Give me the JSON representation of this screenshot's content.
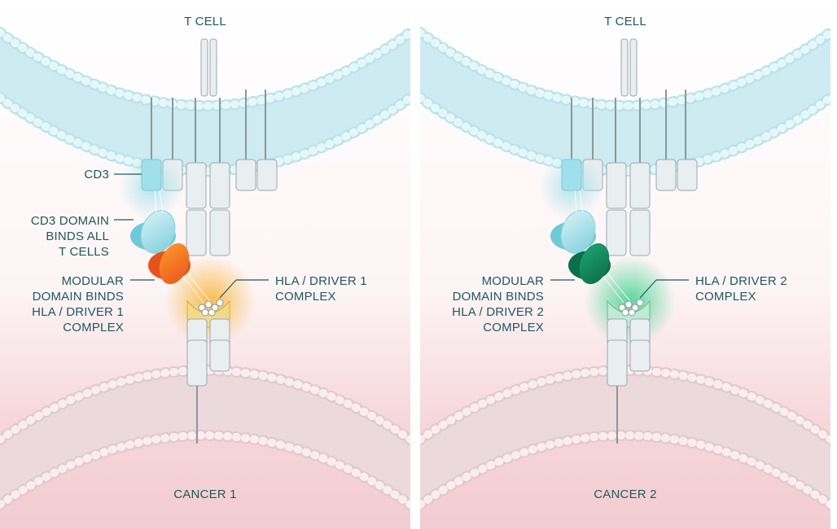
{
  "left_panel": {
    "top_label": "T CELL",
    "bottom_label": "CANCER 1",
    "cd3_label": "CD3",
    "cd3_domain_label": [
      "CD3 DOMAIN",
      "BINDS ALL",
      "T CELLS"
    ],
    "modular_label": [
      "MODULAR",
      "DOMAIN BINDS",
      "HLA / DRIVER 1",
      "COMPLEX"
    ],
    "complex_label": [
      "HLA / DRIVER 1",
      "COMPLEX"
    ],
    "modular_color": "#f26a1b",
    "glow_color": "#f7b53b"
  },
  "right_panel": {
    "top_label": "T CELL",
    "bottom_label": "CANCER 2",
    "modular_label": [
      "MODULAR",
      "DOMAIN BINDS",
      "HLA / DRIVER 2",
      "COMPLEX"
    ],
    "complex_label": [
      "HLA / DRIVER 2",
      "COMPLEX"
    ],
    "modular_color": "#0f7a58",
    "glow_color": "#3fd08e"
  },
  "colors": {
    "tcell_membrane": "#cdebf0",
    "cancer_membrane": "#ecd9dc",
    "text": "#1d5b57",
    "cd3_accent": "#9fe0ec"
  }
}
